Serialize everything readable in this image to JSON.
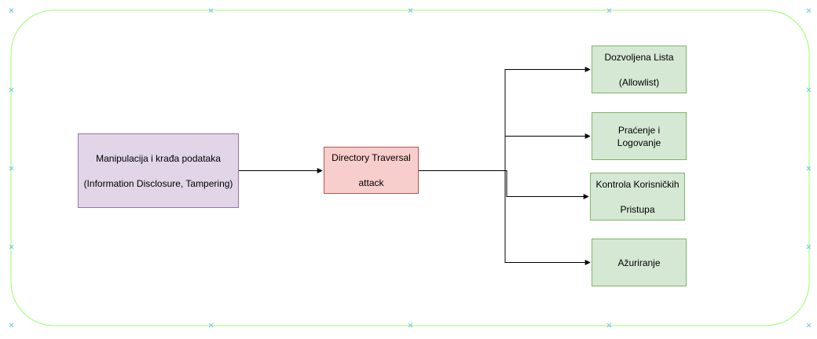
{
  "diagram": {
    "nodes": {
      "source": {
        "line1": "Manipulacija i krađa podataka",
        "line2": "(Information Disclosure, Tampering)"
      },
      "attack": {
        "line1": "Directory Traversal",
        "line2": "attack"
      },
      "m1": {
        "line1": "Dozvoljena Lista",
        "line2": "(Allowlist)"
      },
      "m2": {
        "line1": "Praćenje i Logovanje",
        "line2": ""
      },
      "m3": {
        "line1": "Kontrola Korisničkih",
        "line2": "Pristupa"
      },
      "m4": {
        "line1": "Ažuriranje",
        "line2": ""
      }
    },
    "edges": [
      {
        "from": "source",
        "to": "attack"
      },
      {
        "from": "attack",
        "to": "m1"
      },
      {
        "from": "attack",
        "to": "m2"
      },
      {
        "from": "attack",
        "to": "m3"
      },
      {
        "from": "attack",
        "to": "m4"
      }
    ],
    "colors": {
      "frame": "#99ff66",
      "handle": "#6fc3e8",
      "edge": "#000000",
      "source_fill": "#e1d5e7",
      "attack_fill": "#f8cecc",
      "mitigation_fill": "#d5e8d4"
    }
  }
}
